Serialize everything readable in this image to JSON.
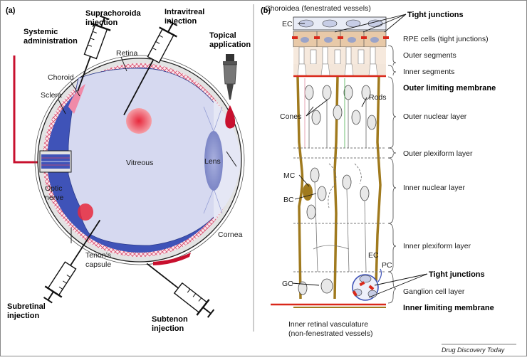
{
  "panel_a": {
    "panel_label": "(a)",
    "systemic": [
      "Systemic",
      "administration"
    ],
    "suprachoroidal": [
      "Suprachoroida",
      "injection"
    ],
    "intravitreal": [
      "Intravitreal",
      "injection"
    ],
    "topical": [
      "Topical",
      "application"
    ],
    "retina": "Retina",
    "choroid": "Choroid",
    "sclera": "Sclera",
    "vitreous": "Vitreous",
    "lens": "Lens",
    "optic_nerve": [
      "Optic",
      "nerve"
    ],
    "cornea": "Cornea",
    "tenons_capsule": [
      "Tenon’s",
      "capsule"
    ],
    "subretinal": [
      "Subretinal",
      "injection"
    ],
    "subtenon": [
      "Subtenon",
      "injection"
    ]
  },
  "panel_b": {
    "panel_label": "(b)",
    "choroidea": "Choroidea (fenestrated vessels)",
    "tight_junctions_top": "Tight junctions",
    "ec_top": "EC",
    "rpe": "RPE cells (tight junctions)",
    "outer_segments": "Outer segments",
    "inner_segments": "Inner segments",
    "olm": "Outer limiting membrane",
    "rods": "Rods",
    "cones": "Cones",
    "outer_nuclear": "Outer nuclear layer",
    "outer_plexiform": "Outer plexiform layer",
    "mc": "MC",
    "bc": "BC",
    "inner_nuclear": "Inner nuclear layer",
    "inner_plexiform": "Inner plexiform layer",
    "ec_bottom": "EC",
    "pc": "PC",
    "tight_junctions_bottom": "Tight junctions",
    "gc": "GC",
    "ganglion": "Ganglion cell layer",
    "ilm": "Inner limiting membrane",
    "vasculature": [
      "Inner retinal vasculature",
      "(non-fenestrated vessels)"
    ]
  },
  "footer": "Drug Discovery Today",
  "colors": {
    "sclera_fill": "#e3e3e3",
    "choroid_hatch": "#d64a6a",
    "retina_blue": "#3f53b8",
    "vitreous_fill": "#d6d9f0",
    "lens_fill": "#8e98d2",
    "systemic_red": "#c8102e",
    "drop_red": "#c8102e",
    "rpe_fill": "#e8c9a8",
    "muller_fill": "#a07a1e",
    "tight_junction": "#d9281a"
  }
}
